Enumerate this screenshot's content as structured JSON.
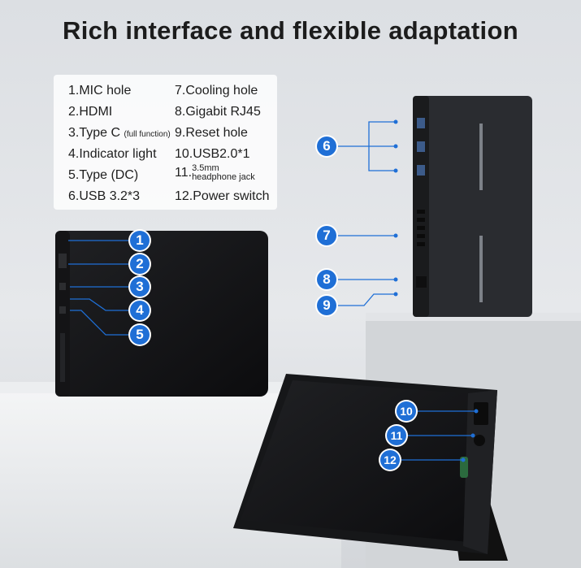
{
  "title": "Rich interface and flexible adaptation",
  "legend": {
    "items": [
      {
        "num": "1.",
        "label": "MIC hole"
      },
      {
        "num": "2.",
        "label": "HDMI"
      },
      {
        "num": "3.",
        "label": "Type C",
        "note": "(full function)"
      },
      {
        "num": "4.",
        "label": "Indicator light"
      },
      {
        "num": "5.",
        "label": "Type (DC)"
      },
      {
        "num": "6.",
        "label": "USB 3.2*3"
      },
      {
        "num": "7.",
        "label": "Cooling hole"
      },
      {
        "num": "8.",
        "label": "Gigabit RJ45"
      },
      {
        "num": "9.",
        "label": "Reset hole"
      },
      {
        "num": "10.",
        "label": "USB2.0*1"
      },
      {
        "num": "11.",
        "label_line1": "3.5mm",
        "label_line2": "headphone jack"
      },
      {
        "num": "12.",
        "label": "Power switch"
      }
    ]
  },
  "badges": [
    "1",
    "2",
    "3",
    "4",
    "5",
    "6",
    "7",
    "8",
    "9",
    "10",
    "11",
    "12"
  ],
  "colors": {
    "badge": "#1f6fd6",
    "device": "#1b1c1e",
    "background": "#e3e5e8"
  }
}
